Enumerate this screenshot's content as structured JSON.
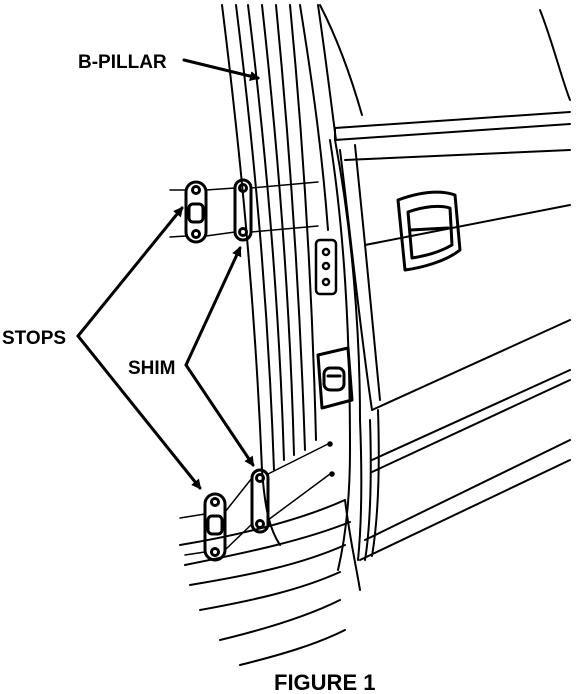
{
  "labels": {
    "b_pillar": "B-PILLAR",
    "stops": "STOPS",
    "shim": "SHIM"
  },
  "caption": "FIGURE 1",
  "colors": {
    "ink": "#000000",
    "paper": "#ffffff"
  }
}
